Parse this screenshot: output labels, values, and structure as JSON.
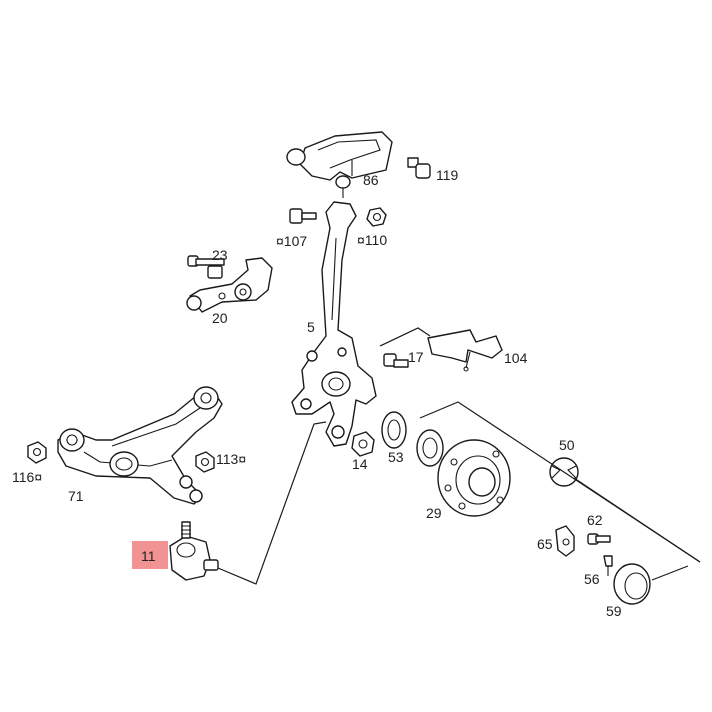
{
  "accent_color": "#f08080",
  "highlighted_part": "11",
  "labels": {
    "p86": "86",
    "p119": "119",
    "p107": "¤107",
    "p110": "¤110",
    "p23": "23",
    "p20": "20",
    "p5": "5",
    "p17": "17",
    "p104": "104",
    "p113": "113¤",
    "p116": "116¤",
    "p71": "71",
    "p14": "14",
    "p53": "53",
    "p29": "29",
    "p50": "50",
    "p62": "62",
    "p65": "65",
    "p56": "56",
    "p59": "59",
    "p11": "11"
  }
}
